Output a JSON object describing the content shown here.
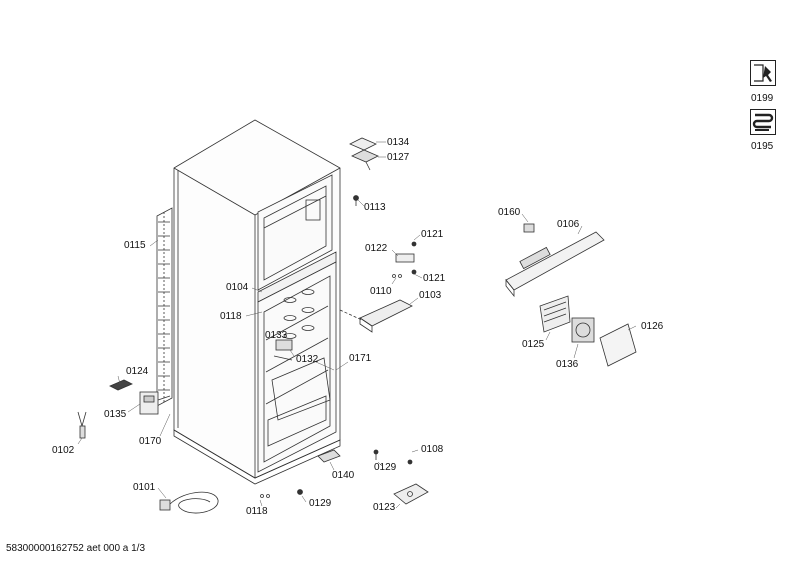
{
  "labels": {
    "p0134": "0134",
    "p0127": "0127",
    "p0113": "0113",
    "p0115": "0115",
    "p0160": "0160",
    "p0106": "0106",
    "p0121a": "0121",
    "p0122": "0122",
    "p0121b": "0121",
    "p0104": "0104",
    "p0110": "0110",
    "p0103": "0103",
    "p0118a": "0118",
    "p0133": "0133",
    "p0132": "0132",
    "p0171": "0171",
    "p0125": "0125",
    "p0136": "0136",
    "p0126": "0126",
    "p0124": "0124",
    "p0135": "0135",
    "p0170": "0170",
    "p0102": "0102",
    "p0108": "0108",
    "p0129a": "0129",
    "p0140": "0140",
    "p0101": "0101",
    "p0118b": "0118",
    "p0129b": "0129",
    "p0123": "0123",
    "p0199": "0199",
    "p0195": "0195"
  },
  "icons": {
    "service_icon": "wrench-manual-icon",
    "refrigerant_icon": "refrigerant-coil-icon"
  },
  "footer": "58300000162752 aet 000 a 1/3"
}
